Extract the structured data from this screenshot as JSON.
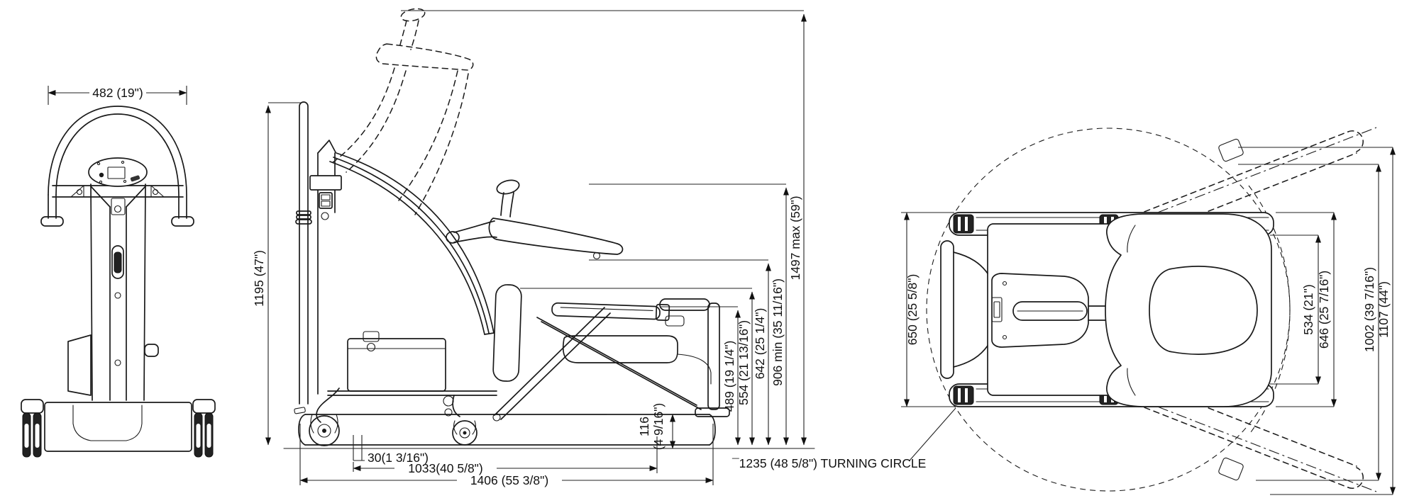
{
  "meta": {
    "background_color": "#ffffff",
    "line_color": "#1a1a1a",
    "drawing_type": "dimensional diagram - patient lift hygiene chair, three orthographic views"
  },
  "front_view": {
    "dim_overall_width": "482 (19\")"
  },
  "side_view": {
    "dim_mast_height": "1195 (47\")",
    "dim_seat_height_max": "1497 max (59\")",
    "dim_seat_height_min": "906 min (35 11/16\")",
    "dim_armrest_height": "642 (25 1/4\")",
    "dim_backrest_height": "554 (21 13/16\")",
    "dim_seat_surface_height": "489 (19 1/4\")",
    "dim_chassis_height_mm": "116",
    "dim_chassis_height_in": "(4 9/16\")",
    "dim_ground_offset": "30(1 3/16\")",
    "dim_base_length": "1033(40 5/8\")",
    "dim_overall_length": "1406 (55 3/8\")"
  },
  "top_view": {
    "dim_base_width": "650 (25 5/8\")",
    "dim_legs_inner_width": "534 (21\")",
    "dim_legs_outer_width": "646 (25 7/16\")",
    "dim_spread_width_inner": "1002 (39 7/16\")",
    "dim_spread_width_outer": "1107 (44\")",
    "dim_turning_circle": "¯1235 (48 5/8\") TURNING CIRCLE"
  }
}
